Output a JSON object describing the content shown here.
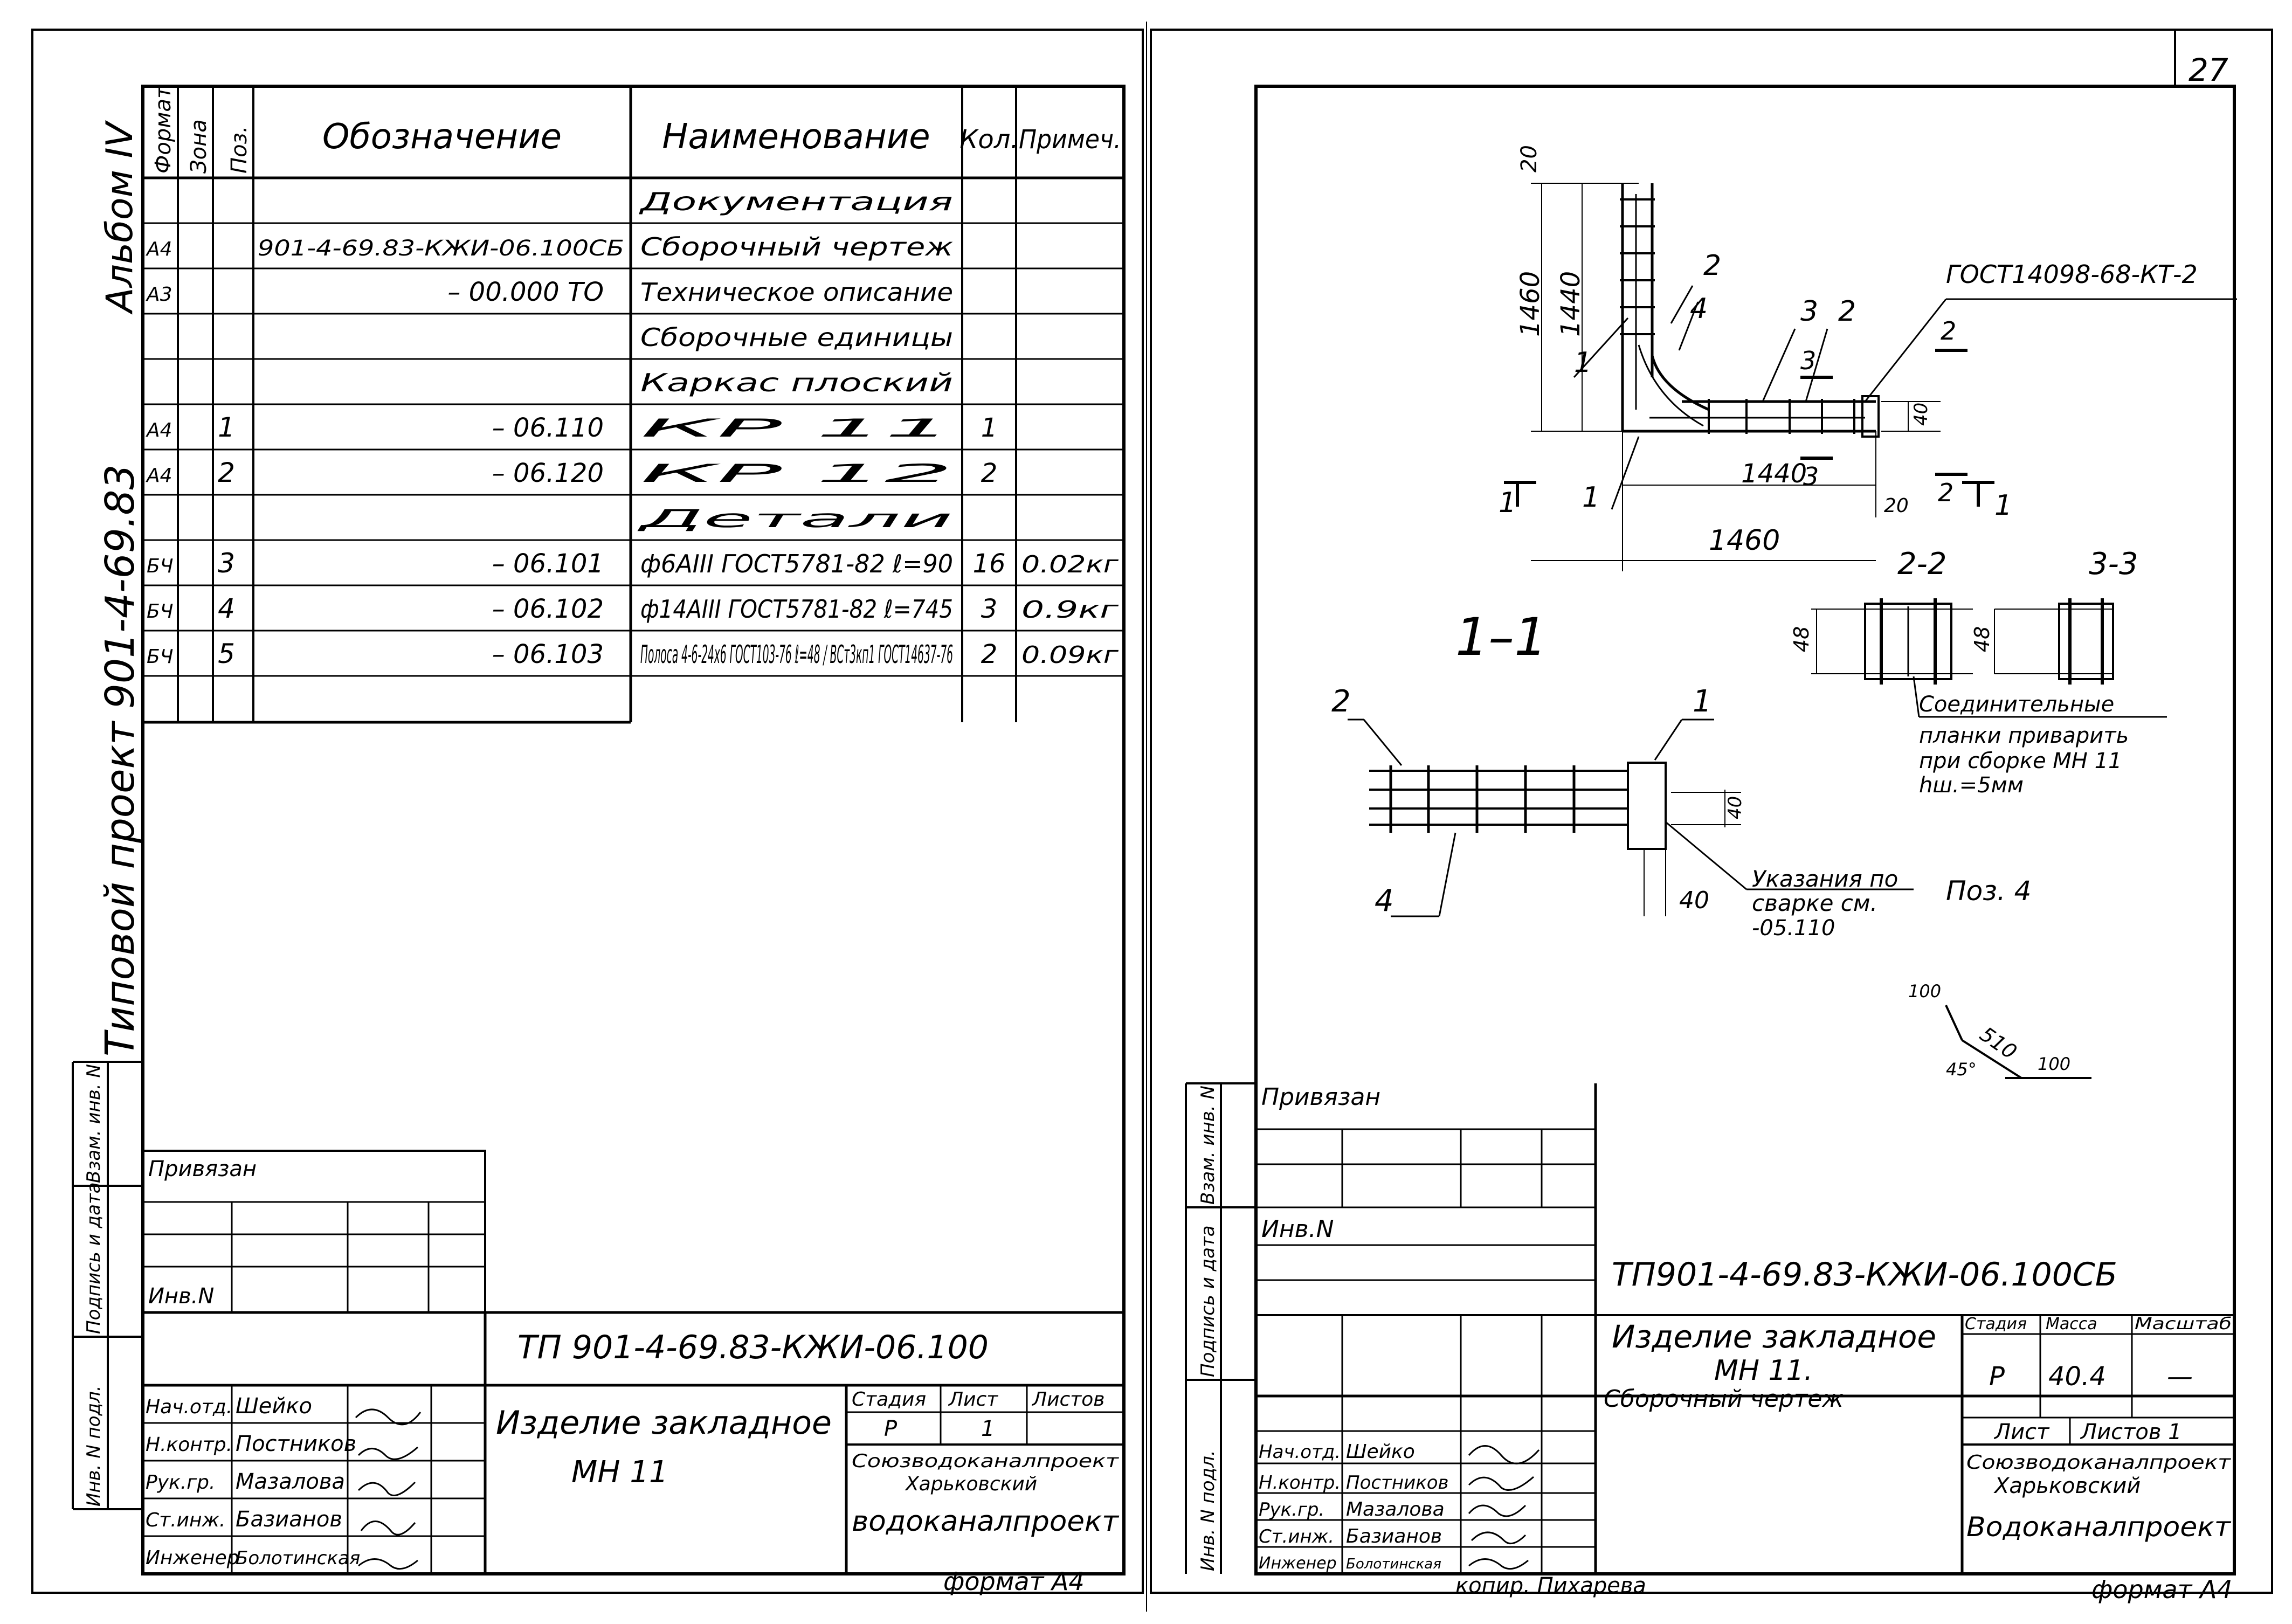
{
  "sheet_number": "27",
  "album": "Альбом IV",
  "project_vertical": "Типовой проект 901-4-69.83",
  "spec": {
    "headers": {
      "format": "Формат",
      "zone": "Зона",
      "pos": "Поз.",
      "designation": "Обозначение",
      "name": "Наименование",
      "qty": "Кол.",
      "note": "Примеч."
    },
    "rows": [
      {
        "format": "",
        "pos": "",
        "designation": "",
        "name": "Документация",
        "qty": "",
        "note": ""
      },
      {
        "format": "А4",
        "pos": "",
        "designation": "901-4-69.83-КЖИ-06.100СБ",
        "name": "Сборочный чертеж",
        "qty": "",
        "note": ""
      },
      {
        "format": "А3",
        "pos": "",
        "designation": "– 00.000 ТО",
        "name": "Техническое описание",
        "qty": "",
        "note": ""
      },
      {
        "format": "",
        "pos": "",
        "designation": "",
        "name": "Сборочные единицы",
        "qty": "",
        "note": ""
      },
      {
        "format": "",
        "pos": "",
        "designation": "",
        "name": "Каркас плоский",
        "qty": "",
        "note": ""
      },
      {
        "format": "А4",
        "pos": "1",
        "designation": "– 06.110",
        "name": "КР 11",
        "qty": "1",
        "note": ""
      },
      {
        "format": "А4",
        "pos": "2",
        "designation": "– 06.120",
        "name": "КР 12",
        "qty": "2",
        "note": ""
      },
      {
        "format": "",
        "pos": "",
        "designation": "",
        "name": "Детали",
        "qty": "",
        "note": ""
      },
      {
        "format": "БЧ",
        "pos": "3",
        "designation": "– 06.101",
        "name": "ф6АIII ГОСТ5781-82 ℓ=90",
        "qty": "16",
        "note": "0.02кг"
      },
      {
        "format": "БЧ",
        "pos": "4",
        "designation": "– 06.102",
        "name": "ф14АIII ГОСТ5781-82 ℓ=745",
        "qty": "3",
        "note": "0.9кг"
      },
      {
        "format": "БЧ",
        "pos": "5",
        "designation": "– 06.103",
        "name": "Полоса 4-6-24х6 ГОСТ103-76 ℓ=48 / ВСт3кп1 ГОСТ14637-76",
        "qty": "2",
        "note": "0.09кг"
      },
      {
        "format": "",
        "pos": "",
        "designation": "",
        "name": "",
        "qty": "",
        "note": ""
      }
    ]
  },
  "side_stamp_labels": [
    "Взам. инв. N",
    "Подпись и дата",
    "Инв. N подл."
  ],
  "left_titleblock": {
    "privyazan": "Привязан",
    "inv": "Инв.N",
    "code": "ТП 901-4-69.83-КЖИ-06.100",
    "roles": [
      "Нач.отд.",
      "Н.контр.",
      "Рук.гр.",
      "Ст.инж.",
      "Инженер"
    ],
    "names": [
      "Шейко",
      "Постников",
      "Мазалова",
      "Базианов",
      "Болотинская"
    ],
    "title_line1": "Изделие закладное",
    "title_line2": "МН 11",
    "stage_label": "Стадия",
    "sheet_label": "Лист",
    "sheets_label": "Листов",
    "stage": "Р",
    "sheet": "1",
    "org1": "Союзводоканалпроект",
    "org2": "Харьковский",
    "org3": "водоканалпроект"
  },
  "left_format": "формат А4",
  "copier": "копир. Пихарева",
  "drawing": {
    "dim_20_top": "20",
    "dim_1460_v": "1460",
    "dim_1440_v": "1440",
    "dim_1440_h": "1440",
    "dim_1460_h": "1460",
    "dim_20_right": "20",
    "dim_40": "40",
    "gost": "ГОСТ14098-68-КТ-2",
    "lbl_1": "1",
    "lbl_2": "2",
    "lbl_3": "3",
    "lbl_4": "4",
    "sec_1_1": "1–1",
    "sec_2_2": "2-2",
    "sec_3_3": "3-3",
    "dim_48a": "48",
    "dim_48b": "48",
    "note1": "Соединительные",
    "note2": "планки приварить",
    "note3": "при сборке МН 11",
    "note4": "hш.=5мм",
    "weld1": "Указания по",
    "weld2": "сварке см.",
    "weld3": "-05.110",
    "poz4": "Поз. 4",
    "d100a": "100",
    "d510": "510",
    "d45": "45°",
    "d100b": "100"
  },
  "right_titleblock": {
    "privyazan": "Привязан",
    "inv": "Инв.N",
    "code": "ТП901-4-69.83-КЖИ-06.100СБ",
    "roles": [
      "Нач.отд.",
      "Н.контр.",
      "Рук.гр.",
      "Ст.инж.",
      "Инженер"
    ],
    "names": [
      "Шейко",
      "Постников",
      "Мазалова",
      "Базианов",
      "Болотинская"
    ],
    "title_line1": "Изделие закладное",
    "title_line2": "МН 11.",
    "title_line3": "Сборочный чертеж",
    "stage_label": "Стадия",
    "mass_label": "Масса",
    "scale_label": "Масштаб",
    "stage": "Р",
    "mass": "40.4",
    "scale": "—",
    "sheet_label": "Лист",
    "sheets_label": "Листов 1",
    "org1": "Союзводоканалпроект",
    "org2": "Харьковский",
    "org3": "Водоканалпроект"
  },
  "right_format": "формат А4"
}
